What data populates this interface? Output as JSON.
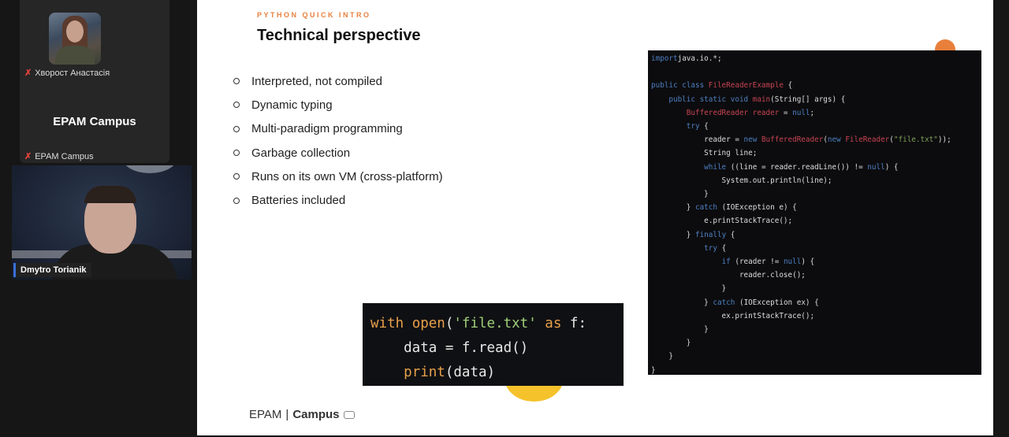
{
  "participants": [
    {
      "name": "Хворост Анастасія",
      "muted": true
    },
    {
      "name": "EPAM Campus",
      "muted": true,
      "display_title": "EPAM Campus"
    },
    {
      "name": "Dmytro Torianik"
    }
  ],
  "slide": {
    "kicker": "PYTHON QUICK INTRO",
    "title": "Technical perspective",
    "bullets": [
      "Interpreted, not compiled",
      "Dynamic typing",
      "Multi-paradigm programming",
      "Garbage collection",
      "Runs on its own VM (cross-platform)",
      "Batteries included"
    ],
    "java_code": [
      [
        [
          "k",
          "import"
        ],
        [
          "",
          "java.io.*;"
        ]
      ],
      [],
      [
        [
          "k",
          "public class "
        ],
        [
          "t",
          "FileReaderExample"
        ],
        [
          "",
          " {"
        ]
      ],
      [
        [
          "",
          "    "
        ],
        [
          "k",
          "public static void "
        ],
        [
          "t",
          "main"
        ],
        [
          "",
          "(String[] args) {"
        ]
      ],
      [
        [
          "",
          "        "
        ],
        [
          "t",
          "BufferedReader reader"
        ],
        [
          "",
          " = "
        ],
        [
          "k",
          "null"
        ],
        [
          "",
          ";"
        ]
      ],
      [
        [
          "",
          "        "
        ],
        [
          "k",
          "try"
        ],
        [
          "",
          " {"
        ]
      ],
      [
        [
          "",
          "            reader = "
        ],
        [
          "k",
          "new "
        ],
        [
          "t",
          "BufferedReader"
        ],
        [
          "",
          "("
        ],
        [
          "k",
          "new "
        ],
        [
          "t",
          "FileReader"
        ],
        [
          "",
          "("
        ],
        [
          "s",
          "\"file.txt\""
        ],
        [
          "",
          "));"
        ]
      ],
      [
        [
          "",
          "            String line;"
        ]
      ],
      [
        [
          "",
          "            "
        ],
        [
          "k",
          "while"
        ],
        [
          "",
          " ((line = reader.readLine()) != "
        ],
        [
          "k",
          "null"
        ],
        [
          "",
          ") {"
        ]
      ],
      [
        [
          "",
          "                System.out.println(line);"
        ]
      ],
      [
        [
          "",
          "            }"
        ]
      ],
      [
        [
          "",
          "        } "
        ],
        [
          "k",
          "catch"
        ],
        [
          "",
          " (IOException e) {"
        ]
      ],
      [
        [
          "",
          "            e.printStackTrace();"
        ]
      ],
      [
        [
          "",
          "        } "
        ],
        [
          "k",
          "finally"
        ],
        [
          "",
          " {"
        ]
      ],
      [
        [
          "",
          "            "
        ],
        [
          "k",
          "try"
        ],
        [
          "",
          " {"
        ]
      ],
      [
        [
          "",
          "                "
        ],
        [
          "k",
          "if"
        ],
        [
          "",
          " (reader != "
        ],
        [
          "k",
          "null"
        ],
        [
          "",
          ") {"
        ]
      ],
      [
        [
          "",
          "                    reader.close();"
        ]
      ],
      [
        [
          "",
          "                }"
        ]
      ],
      [
        [
          "",
          "            } "
        ],
        [
          "k",
          "catch"
        ],
        [
          "",
          " (IOException ex) {"
        ]
      ],
      [
        [
          "",
          "                ex.printStackTrace();"
        ]
      ],
      [
        [
          "",
          "            }"
        ]
      ],
      [
        [
          "",
          "        }"
        ]
      ],
      [
        [
          "",
          "    }"
        ]
      ],
      [
        [
          "",
          "}"
        ]
      ]
    ],
    "python_code": [
      [
        [
          "kw",
          "with "
        ],
        [
          "kw",
          "open"
        ],
        [
          "",
          "("
        ],
        [
          "st",
          "'file.txt'"
        ],
        [
          "",
          " "
        ],
        [
          "kw",
          "as"
        ],
        [
          "",
          " f:"
        ]
      ],
      [
        [
          "",
          "    data = f.read()"
        ]
      ],
      [
        [
          "",
          "    "
        ],
        [
          "kw",
          "print"
        ],
        [
          "",
          "(data)"
        ]
      ]
    ],
    "footer": {
      "brand": "EPAM",
      "sep": "|",
      "product": "Campus"
    }
  },
  "colors": {
    "accent": "#e8803c",
    "keyword": "#4e7fc1",
    "type": "#c74453",
    "string": "#7fa25a"
  }
}
